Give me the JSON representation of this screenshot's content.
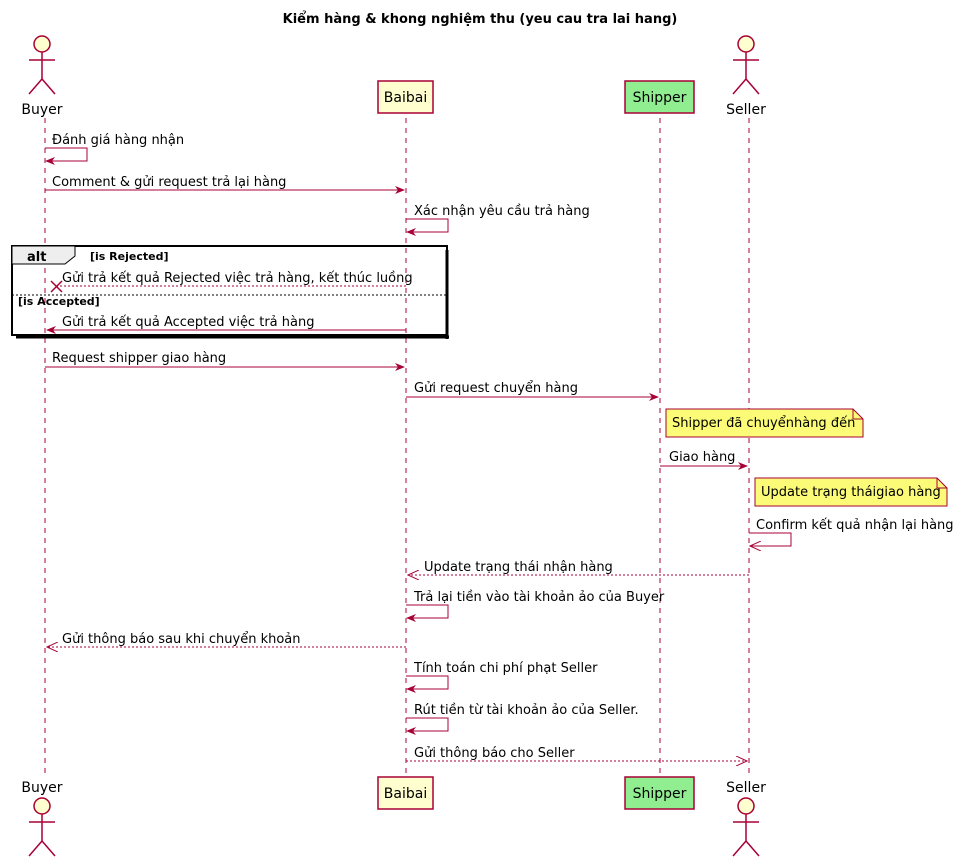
{
  "title": "Kiểm hàng & khong nghiệm thu (yeu cau tra lai hang)",
  "colors": {
    "arrow": "#A80036",
    "participant_fill": "#FEFECE",
    "shipper_fill": "#90EE90",
    "note_fill": "#FBFB77"
  },
  "participants": {
    "buyer": "Buyer",
    "baibai": "Baibai",
    "shipper": "Shipper",
    "seller": "Seller"
  },
  "alt": {
    "keyword": "alt",
    "guard_rejected": "[is Rejected]",
    "guard_accepted": "[is Accepted]"
  },
  "messages": {
    "m1": "Đánh giá hàng nhận",
    "m2": "Comment & gửi request trả lại hàng",
    "m3": "Xác nhận yêu cầu trả hàng",
    "m4": "Gửi trả kết quả Rejected việc trả hàng, kết thúc luồng",
    "m5": "Gửi trả kết quả Accepted việc trả hàng",
    "m6": "Request shipper giao hàng",
    "m7": "Gửi request chuyển hàng",
    "m8": "Giao hàng",
    "m9": "Confirm kết quả nhận lại hàng",
    "m10": "Update trạng thái nhận hàng",
    "m11": "Trả lại tiền vào tài khoản ảo của Buyer",
    "m12": "Gửi thông báo sau khi chuyển khoản",
    "m13": "Tính toán chi phí phạt Seller",
    "m14": "Rút tiền từ tài khoản ảo của Seller.",
    "m15": "Gửi thông báo cho Seller"
  },
  "notes": {
    "n1": "Shipper đã chuyểnhàng đến",
    "n2": "Update trạng tháigiao hàng"
  }
}
